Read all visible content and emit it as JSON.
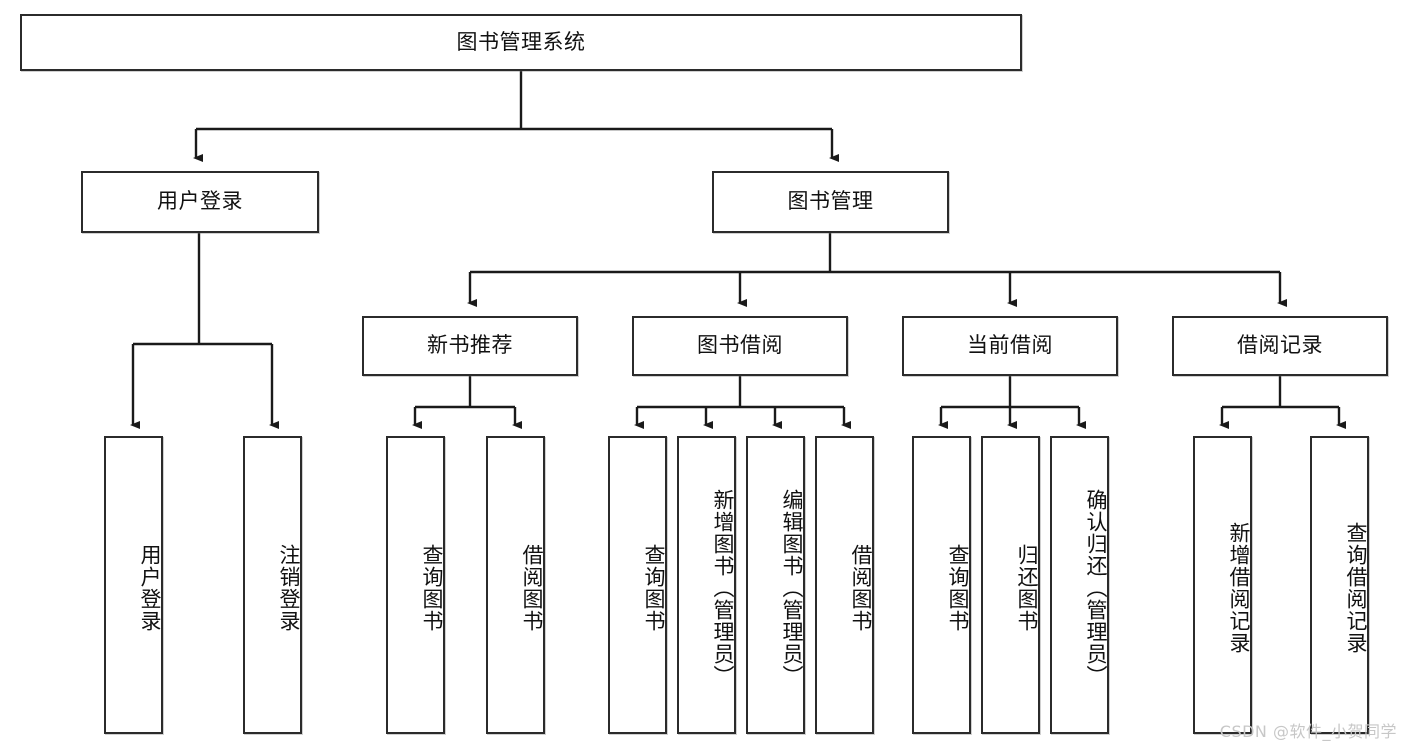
{
  "diagram": {
    "type": "tree-hierarchy",
    "title": "图书管理系统",
    "watermark": "CSDN @软件_小贺同学",
    "colors": {
      "box_border": "#2b2b2b",
      "box_fill": "#ffffff",
      "connector": "#1a1a1a",
      "text": "#111111",
      "watermark": "#c7c7c7"
    },
    "nodes": {
      "root": {
        "label": "图书管理系统",
        "level": 1,
        "orientation": "horizontal"
      },
      "l2": [
        {
          "id": "user-login",
          "label": "用户登录",
          "level": 2,
          "orientation": "horizontal"
        },
        {
          "id": "book-manage",
          "label": "图书管理",
          "level": 2,
          "orientation": "horizontal"
        }
      ],
      "l3": [
        {
          "id": "new-book-recommend",
          "label": "新书推荐",
          "level": 3,
          "orientation": "horizontal"
        },
        {
          "id": "book-borrow",
          "label": "图书借阅",
          "level": 3,
          "orientation": "horizontal"
        },
        {
          "id": "current-borrow",
          "label": "当前借阅",
          "level": 3,
          "orientation": "horizontal"
        },
        {
          "id": "borrow-record",
          "label": "借阅记录",
          "level": 3,
          "orientation": "horizontal"
        }
      ],
      "leaves": [
        {
          "id": "leaf-user-login",
          "label": "用户登录",
          "parent": "user-login",
          "orientation": "vertical"
        },
        {
          "id": "leaf-logout-login",
          "label": "注销登录",
          "parent": "user-login",
          "orientation": "vertical"
        },
        {
          "id": "leaf-query-book-1",
          "label": "查询图书",
          "parent": "new-book-recommend",
          "orientation": "vertical"
        },
        {
          "id": "leaf-borrow-book-1",
          "label": "借阅图书",
          "parent": "new-book-recommend",
          "orientation": "vertical"
        },
        {
          "id": "leaf-query-book-2",
          "label": "查询图书",
          "parent": "book-borrow",
          "orientation": "vertical"
        },
        {
          "id": "leaf-add-book",
          "label": "新增图书（管理员）",
          "parent": "book-borrow",
          "orientation": "vertical"
        },
        {
          "id": "leaf-edit-book",
          "label": "编辑图书（管理员）",
          "parent": "book-borrow",
          "orientation": "vertical"
        },
        {
          "id": "leaf-borrow-book-2",
          "label": "借阅图书",
          "parent": "book-borrow",
          "orientation": "vertical"
        },
        {
          "id": "leaf-query-book-3",
          "label": "查询图书",
          "parent": "current-borrow",
          "orientation": "vertical"
        },
        {
          "id": "leaf-return-book",
          "label": "归还图书",
          "parent": "current-borrow",
          "orientation": "vertical"
        },
        {
          "id": "leaf-confirm-return",
          "label": "确认归还（管理员）",
          "parent": "current-borrow",
          "orientation": "vertical"
        },
        {
          "id": "leaf-add-record",
          "label": "新增借阅记录",
          "parent": "borrow-record",
          "orientation": "vertical"
        },
        {
          "id": "leaf-query-record",
          "label": "查询借阅记录",
          "parent": "borrow-record",
          "orientation": "vertical"
        }
      ]
    }
  }
}
